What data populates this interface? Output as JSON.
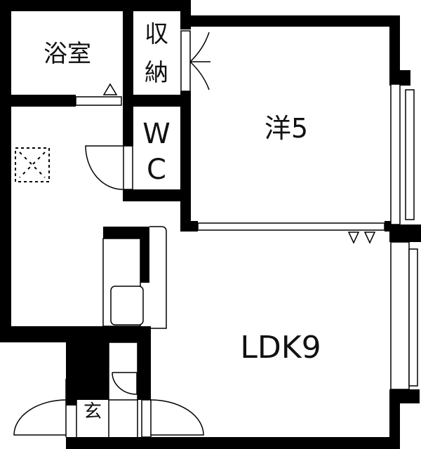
{
  "floor_plan": {
    "rooms": {
      "bathroom": "浴室",
      "storage_line1": "収",
      "storage_line2": "納",
      "wc_line1": "W",
      "wc_line2": "C",
      "western_room": "洋5",
      "ldk": "LDK9",
      "entrance": "玄"
    },
    "colors": {
      "wall": "#000000",
      "background": "#ffffff"
    }
  }
}
